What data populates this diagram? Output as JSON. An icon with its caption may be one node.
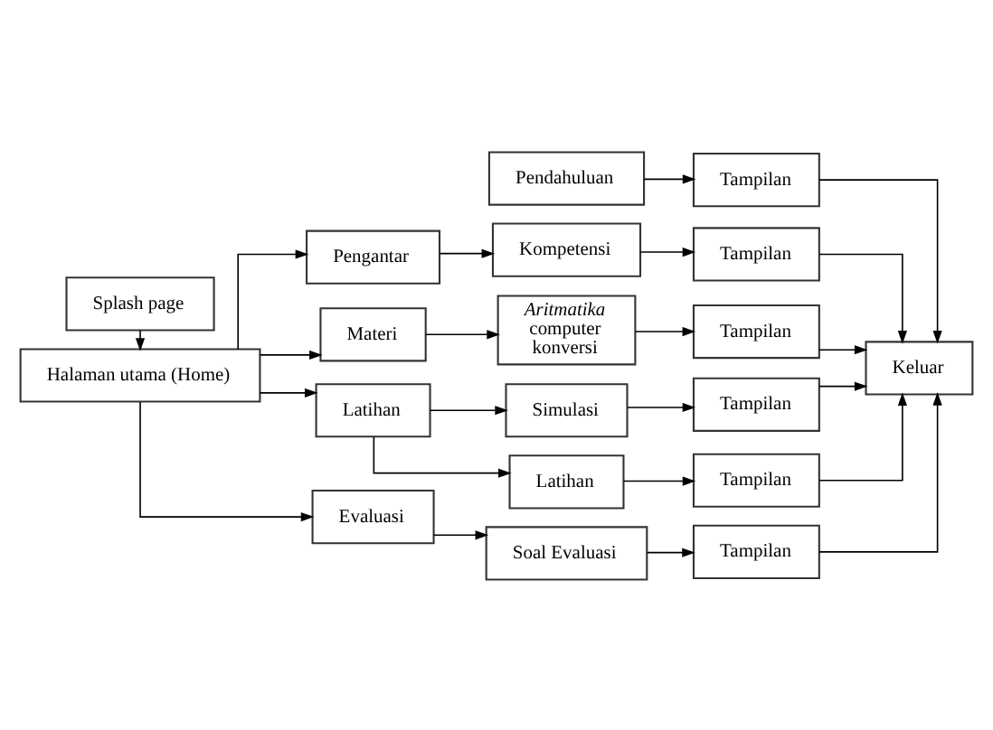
{
  "diagram": {
    "nodes": [
      {
        "text": [
          "Splash page"
        ]
      },
      {
        "text": [
          "Halaman utama (Home)"
        ]
      },
      {
        "text": [
          "Pengantar"
        ]
      },
      {
        "text": [
          "Kompetensi"
        ]
      },
      {
        "text": [
          "Tampilan"
        ]
      },
      {
        "text": [
          "Pendahuluan"
        ]
      },
      {
        "text": [
          "Tampilan"
        ]
      },
      {
        "text": [
          "Materi"
        ]
      },
      {
        "text": [
          "*Aritmatika* computer konversi"
        ]
      },
      {
        "text": [
          "Tampilan"
        ]
      },
      {
        "text": [
          "Latihan"
        ]
      },
      {
        "text": [
          "Simulasi"
        ]
      },
      {
        "text": [
          "Tampilan"
        ]
      },
      {
        "text": [
          "Latihan"
        ]
      },
      {
        "text": [
          "Tampilan"
        ]
      },
      {
        "text": [
          "Evaluasi"
        ]
      },
      {
        "text": [
          "Soal Evaluasi"
        ]
      },
      {
        "text": [
          "Tampilan"
        ]
      },
      {
        "text": [
          "Keluar"
        ]
      }
    ],
    "edges": [
      {
        "from": 0,
        "to": 1,
        "arrow": "to"
      },
      {
        "from": 1,
        "to": 2,
        "arrow": "to"
      },
      {
        "from": 1,
        "to": 7,
        "arrow": "to"
      },
      {
        "from": 1,
        "to": 10,
        "arrow": "to"
      },
      {
        "from": 1,
        "to": 15,
        "arrow": "to"
      },
      {
        "from": 2,
        "to": 3,
        "arrow": "to"
      },
      {
        "from": 3,
        "to": 4,
        "arrow": "to"
      },
      {
        "from": 5,
        "to": 6,
        "arrow": "to"
      },
      {
        "from": 7,
        "to": 8,
        "arrow": "to"
      },
      {
        "from": 8,
        "to": 9,
        "arrow": "to"
      },
      {
        "from": 10,
        "to": 11,
        "arrow": "to"
      },
      {
        "from": 10,
        "to": 13,
        "arrow": "to"
      },
      {
        "from": 11,
        "to": 12,
        "arrow": "to"
      },
      {
        "from": 13,
        "to": 14,
        "arrow": "to"
      },
      {
        "from": 15,
        "to": 16,
        "arrow": "to"
      },
      {
        "from": 16,
        "to": 17,
        "arrow": "to"
      },
      {
        "from": 4,
        "to": 18,
        "arrow": "to"
      },
      {
        "from": 6,
        "to": 18,
        "arrow": "to"
      },
      {
        "from": 9,
        "to": 18,
        "arrow": "to"
      },
      {
        "from": 12,
        "to": 18,
        "arrow": "to"
      },
      {
        "from": 14,
        "to": 18,
        "arrow": "to"
      },
      {
        "from": 17,
        "to": 18,
        "arrow": "to"
      }
    ]
  }
}
